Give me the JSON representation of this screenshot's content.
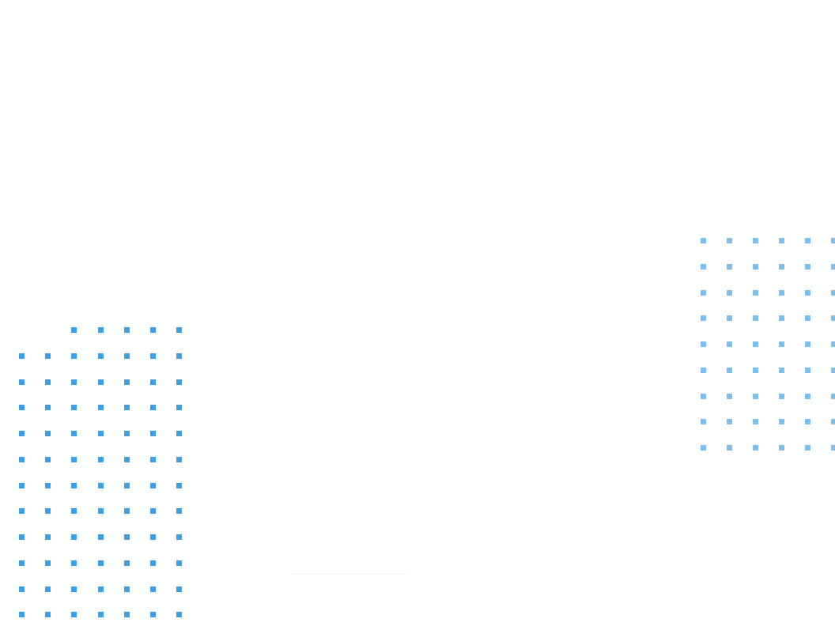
{
  "colors": {
    "background": "#ffffff",
    "dot_grid_primary": "#3d9fe8",
    "dot_grid_secondary": "#7fbfef",
    "faint_line": "#f2f4f6"
  },
  "decorations": {
    "left_dot_grid": {
      "columns": 7,
      "rows": 12,
      "missing_cells": [
        [
          0,
          0
        ],
        [
          0,
          1
        ]
      ]
    },
    "right_dot_grid": {
      "columns": 6,
      "rows": 9,
      "missing_cells": []
    }
  }
}
